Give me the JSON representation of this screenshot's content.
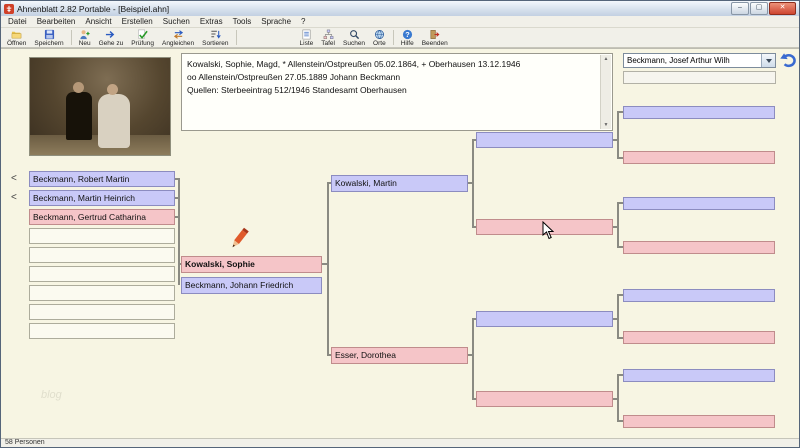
{
  "window": {
    "title": "Ahnenblatt 2.82 Portable - [Beispiel.ahn]",
    "minimize": "–",
    "maximize": "▢",
    "close": "✕",
    "status": "58 Personen",
    "watermark": "blog"
  },
  "menu": {
    "items": [
      "Datei",
      "Bearbeiten",
      "Ansicht",
      "Erstellen",
      "Suchen",
      "Extras",
      "Tools",
      "Sprache",
      "?"
    ]
  },
  "toolbar": {
    "items": [
      {
        "label": "Öffnen",
        "icon": "open-folder"
      },
      {
        "label": "Speichern",
        "icon": "save-disk"
      },
      {
        "label": "Neu",
        "icon": "new-person"
      },
      {
        "label": "Gehe zu",
        "icon": "goto-arrow"
      },
      {
        "label": "Prüfung",
        "icon": "check"
      },
      {
        "label": "Angleichen",
        "icon": "swap-arrows"
      },
      {
        "label": "Sortieren",
        "icon": "sort"
      },
      {
        "label": "Liste",
        "icon": "list"
      },
      {
        "label": "Tafel",
        "icon": "tree-chart"
      },
      {
        "label": "Suchen",
        "icon": "magnifier"
      },
      {
        "label": "Orte",
        "icon": "globe"
      },
      {
        "label": "Hilfe",
        "icon": "question"
      },
      {
        "label": "Beenden",
        "icon": "exit-door"
      }
    ]
  },
  "info_panel": {
    "line1": "Kowalski, Sophie, Magd, * Allenstein/Ostpreußen 05.02.1864, + Oberhausen 13.12.1946",
    "line2": "oo Allenstein/Ostpreußen 27.05.1889 Johann Beckmann",
    "line3": "Quellen: Sterbeeintrag 512/1946 Standesamt Oberhausen",
    "scroll_up": "▲",
    "scroll_down": "▼"
  },
  "navigation": {
    "selected_person": "Beckmann, Josef Arthur Wilh"
  },
  "children": {
    "items": [
      {
        "marker": "<",
        "label": "Beckmann, Robert Martin",
        "sex": "male"
      },
      {
        "marker": "<",
        "label": "Beckmann, Martin Heinrich",
        "sex": "male"
      },
      {
        "marker": "",
        "label": "Beckmann, Gertrud Catharina",
        "sex": "female"
      },
      {
        "marker": "",
        "label": "",
        "sex": "empty"
      },
      {
        "marker": "",
        "label": "",
        "sex": "empty"
      },
      {
        "marker": "",
        "label": "",
        "sex": "empty"
      },
      {
        "marker": "",
        "label": "",
        "sex": "empty"
      },
      {
        "marker": "",
        "label": "",
        "sex": "empty"
      },
      {
        "marker": "",
        "label": "",
        "sex": "empty"
      }
    ]
  },
  "tree": {
    "person": {
      "label": "Kowalski, Sophie",
      "sex": "female"
    },
    "spouse": {
      "label": "Beckmann, Johann Friedrich",
      "sex": "male"
    },
    "father": {
      "label": "Kowalski, Martin",
      "sex": "male"
    },
    "mother": {
      "label": "Esser, Dorothea",
      "sex": "female"
    },
    "grandparents": [
      {
        "label": "",
        "sex": "male"
      },
      {
        "label": "",
        "sex": "female"
      },
      {
        "label": "",
        "sex": "male"
      },
      {
        "label": "",
        "sex": "female"
      }
    ],
    "great_grandparents": [
      {
        "label": "",
        "sex": "male"
      },
      {
        "label": "",
        "sex": "female"
      },
      {
        "label": "",
        "sex": "male"
      },
      {
        "label": "",
        "sex": "female"
      },
      {
        "label": "",
        "sex": "male"
      },
      {
        "label": "",
        "sex": "female"
      },
      {
        "label": "",
        "sex": "male"
      },
      {
        "label": "",
        "sex": "female"
      }
    ]
  },
  "colors": {
    "male_box": "#c9c9f8",
    "female_box": "#f5c5c8",
    "canvas": "#f7f5e3",
    "line": "#8a8a82"
  }
}
